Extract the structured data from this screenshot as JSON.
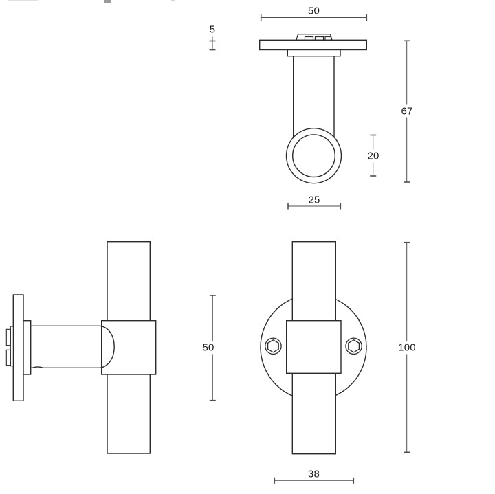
{
  "colors": {
    "background": "#ffffff",
    "outline": "#2b2b2b",
    "dimension_line": "#4f4f4f",
    "label_text": "#1a1a1a"
  },
  "dimensions": {
    "top_view": {
      "plate_width": "50",
      "plate_thickness": "5",
      "overall_height": "67",
      "bar_diameter": "20",
      "knob_diameter": "25"
    },
    "front_view": {
      "rose_diameter": "50",
      "overall_length": "100",
      "screw_spacing": "38"
    }
  }
}
